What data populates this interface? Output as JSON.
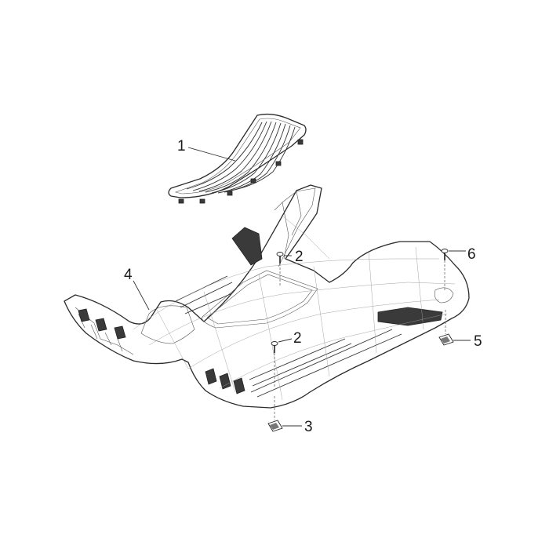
{
  "callouts": {
    "c1": "1",
    "c2a": "2",
    "c2b": "2",
    "c3": "3",
    "c4": "4",
    "c5": "5",
    "c6": "6"
  },
  "parts": [
    "floor-mat",
    "screw",
    "clip-nut",
    "footboard"
  ]
}
